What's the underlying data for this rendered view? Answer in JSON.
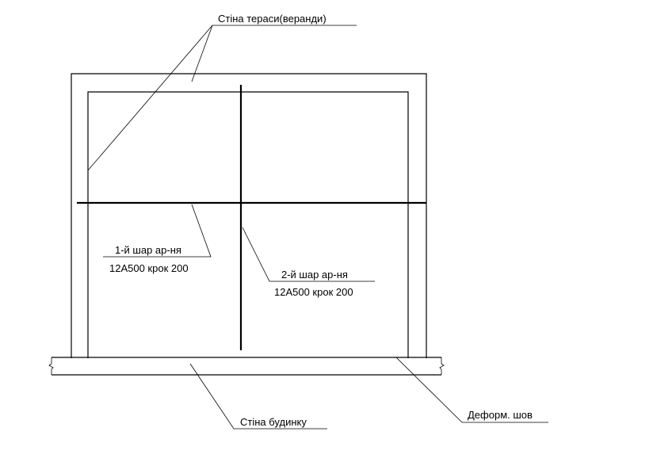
{
  "labels": {
    "terrace_wall": "Стіна тераси(веранди)",
    "layer1_title": "1-й шар ар-ня",
    "layer1_spec": "12А500 крок 200",
    "layer2_title": "2-й шар ар-ня",
    "layer2_spec": "12А500 крок 200",
    "house_wall": "Стіна будинку",
    "expansion_joint": "Деформ. шов"
  },
  "colors": {
    "line": "#000000",
    "background": "#ffffff"
  }
}
